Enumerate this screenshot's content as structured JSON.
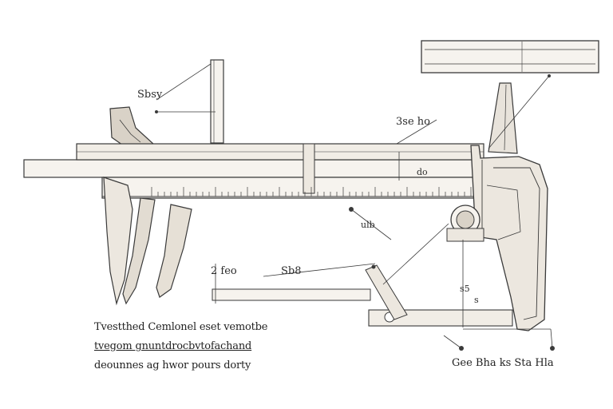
{
  "diagram": {
    "labels": {
      "top_left": "Sbsy",
      "top_right": "3se ho",
      "scale_mark": "do",
      "center_mark": "ulb",
      "dim_left": "2 feo",
      "dim_mid": "Sb8",
      "dim_right": "s5",
      "dim_right_sub": "s"
    },
    "caption_lines": [
      "Tvestthed Cemlonel eset vemotbe",
      "tvegom gnuntdrocbvtofachand",
      "deounnes ag hwor pours dorty"
    ],
    "legend_text": "Gee Bha ks Sta Hla",
    "colors": {
      "outline": "#3a3a3a",
      "fill_light": "#f3efe8",
      "fill_shade": "#d9d2c7",
      "fill_mid": "#e8e3db"
    }
  }
}
